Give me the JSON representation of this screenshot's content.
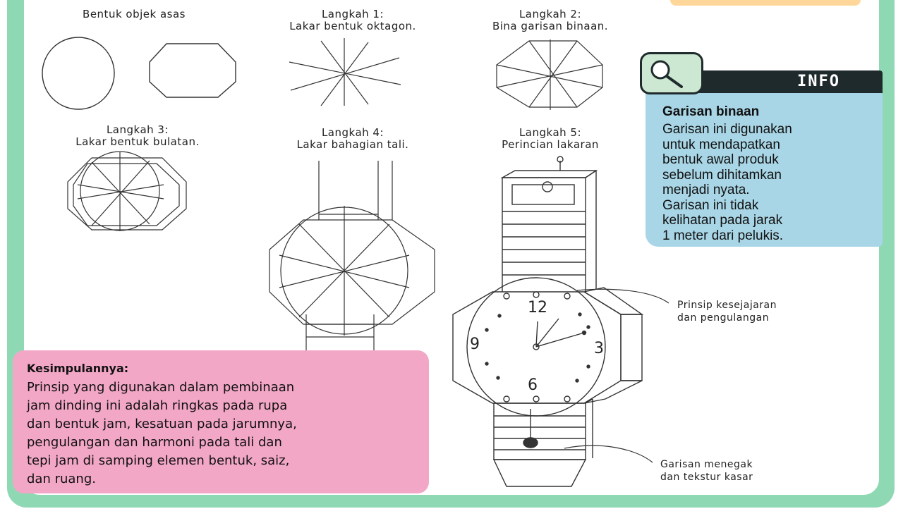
{
  "captions": {
    "basic": {
      "line1": "",
      "line2": "Bentuk objek asas"
    },
    "step1": {
      "line1": "Langkah 1:",
      "line2": "Lakar bentuk oktagon."
    },
    "step2": {
      "line1": "Langkah 2:",
      "line2": "Bina garisan binaan."
    },
    "step3": {
      "line1": "Langkah 3:",
      "line2": "Lakar bentuk bulatan."
    },
    "step4": {
      "line1": "Langkah 4:",
      "line2": "Lakar bahagian tali."
    },
    "step5": {
      "line1": "Langkah 5:",
      "line2": "Perincian lakaran"
    }
  },
  "watch_numbers": {
    "n12": "12",
    "n3": "3",
    "n6": "6",
    "n9": "9"
  },
  "annotations": {
    "parallel": [
      "Prinsip kesejajaran",
      "dan pengulangan"
    ],
    "vertical": [
      "Garisan menegak",
      "dan tekstur kasar"
    ]
  },
  "info": {
    "title": "INFO",
    "icon": "magnifier-icon",
    "heading": "Garisan binaan",
    "lines": [
      "Garisan ini digunakan",
      "untuk mendapatkan",
      "bentuk awal produk",
      "sebelum dihitamkan",
      "menjadi nyata.",
      "Garisan ini tidak",
      "kelihatan pada jarak",
      "1 meter dari pelukis."
    ]
  },
  "conclusion": {
    "title": "Kesimpulannya:",
    "lines": [
      "Prinsip yang digunakan dalam pembinaan",
      "jam dinding ini adalah ringkas pada rupa",
      "dan bentuk jam, kesatuan pada jarumnya,",
      "pengulangan dan harmoni pada tali dan",
      "tepi jam di samping elemen bentuk, saiz,",
      "dan ruang."
    ]
  },
  "colors": {
    "frame": "#8fd8b4",
    "info_bg": "#a9d6e6",
    "info_head": "#1f2a2c",
    "conclusion_bg": "#f3a7c6"
  }
}
